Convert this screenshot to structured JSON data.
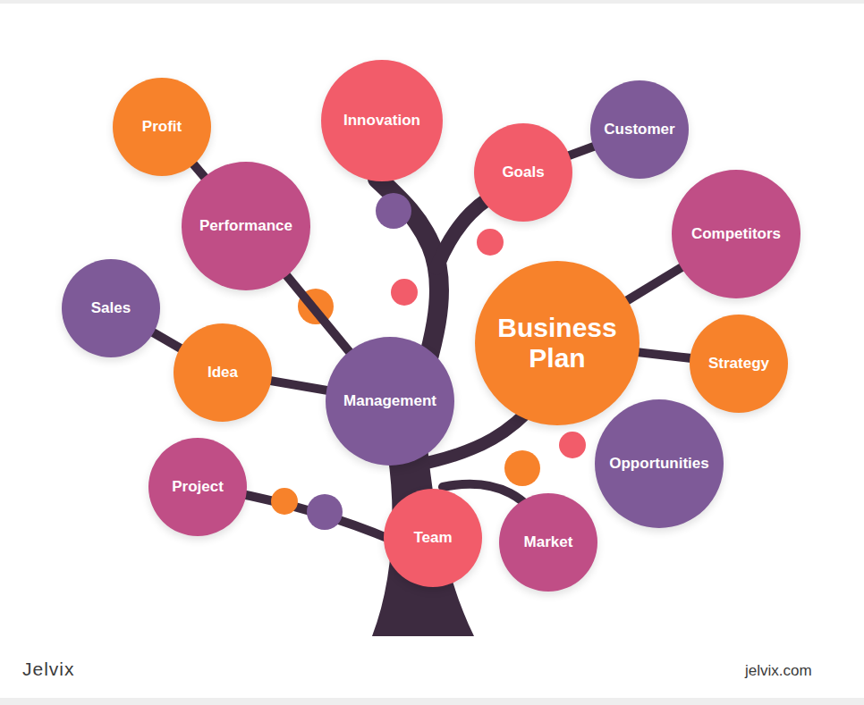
{
  "diagram": {
    "nodes": [
      {
        "text": [
          "Innovation"
        ]
      },
      {
        "text": [
          "Profit"
        ]
      },
      {
        "text": [
          "Customer"
        ]
      },
      {
        "text": [
          "Goals"
        ]
      },
      {
        "text": [
          "Competitors"
        ]
      },
      {
        "text": [
          "Performance"
        ]
      },
      {
        "text": [
          "Sales"
        ]
      },
      {
        "text": [
          "Business Plan"
        ]
      },
      {
        "text": [
          "Idea"
        ]
      },
      {
        "text": [
          "Strategy"
        ]
      },
      {
        "text": [
          "Management"
        ]
      },
      {
        "text": [
          "Opportunities"
        ]
      },
      {
        "text": [
          "Project"
        ]
      },
      {
        "text": [
          "Team"
        ]
      },
      {
        "text": [
          "Market"
        ]
      }
    ],
    "edges": [
      {
        "from": 1,
        "to": 5,
        "arrow": "none"
      },
      {
        "from": 5,
        "to": 10,
        "arrow": "none"
      },
      {
        "from": 6,
        "to": 8,
        "arrow": "none"
      },
      {
        "from": 8,
        "to": 10,
        "arrow": "none"
      },
      {
        "from": 3,
        "to": 2,
        "arrow": "none"
      },
      {
        "from": 7,
        "to": 4,
        "arrow": "none"
      },
      {
        "from": 7,
        "to": 9,
        "arrow": "none"
      }
    ],
    "labels": [
      "Jelvix",
      "jelvix.com"
    ]
  }
}
